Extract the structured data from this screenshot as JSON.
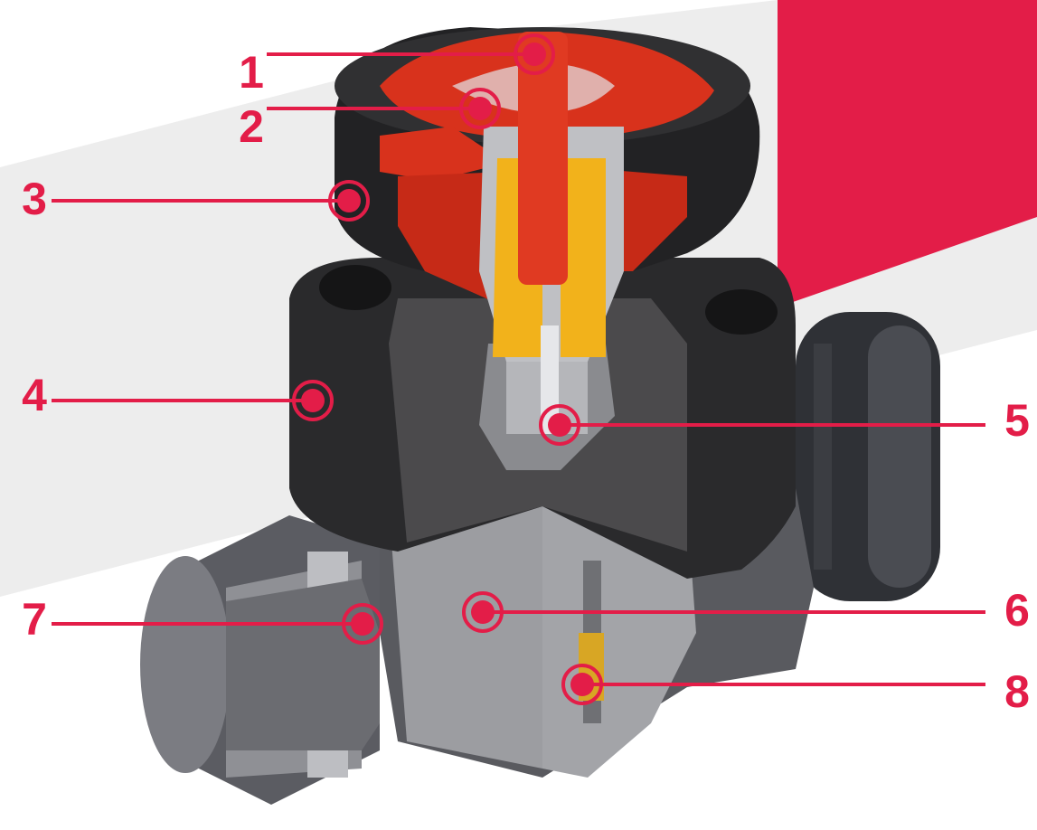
{
  "colors": {
    "accent": "#e31d48",
    "background": "#ffffff",
    "band": "#ececec",
    "body_dark": "#2a2a2c",
    "body_grey": "#6d6e72",
    "cut_grey": "#a3a4a8",
    "handwheel_red": "#d8321c",
    "spindle_yellow": "#f2b21b"
  },
  "callouts": [
    {
      "label": "1"
    },
    {
      "label": "2"
    },
    {
      "label": "3"
    },
    {
      "label": "4"
    },
    {
      "label": "5"
    },
    {
      "label": "6"
    },
    {
      "label": "7"
    },
    {
      "label": "8"
    }
  ]
}
